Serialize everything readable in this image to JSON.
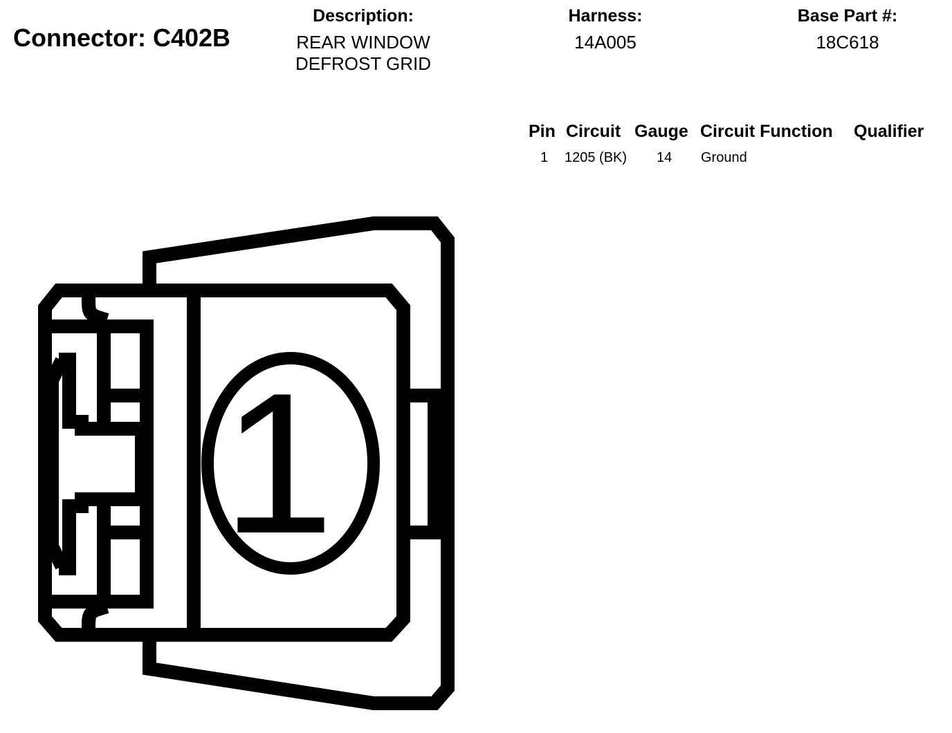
{
  "connector": {
    "title": "Connector: C402B"
  },
  "header": {
    "description_label": "Description:",
    "description_line1": "REAR WINDOW",
    "description_line2": "DEFROST GRID",
    "harness_label": "Harness:",
    "harness_value": "14A005",
    "base_part_label": "Base Part #:",
    "base_part_value": "18C618"
  },
  "pin_table": {
    "headers": {
      "pin": "Pin",
      "circuit": "Circuit",
      "gauge": "Gauge",
      "circuit_function": "Circuit Function",
      "qualifier": "Qualifier"
    },
    "rows": [
      {
        "pin": "1",
        "circuit": "1205 (BK)",
        "gauge": "14",
        "circuit_function": "Ground",
        "qualifier": ""
      }
    ]
  },
  "diagram": {
    "pin_label": "1",
    "stroke_color": "#000000",
    "background_color": "#ffffff"
  }
}
